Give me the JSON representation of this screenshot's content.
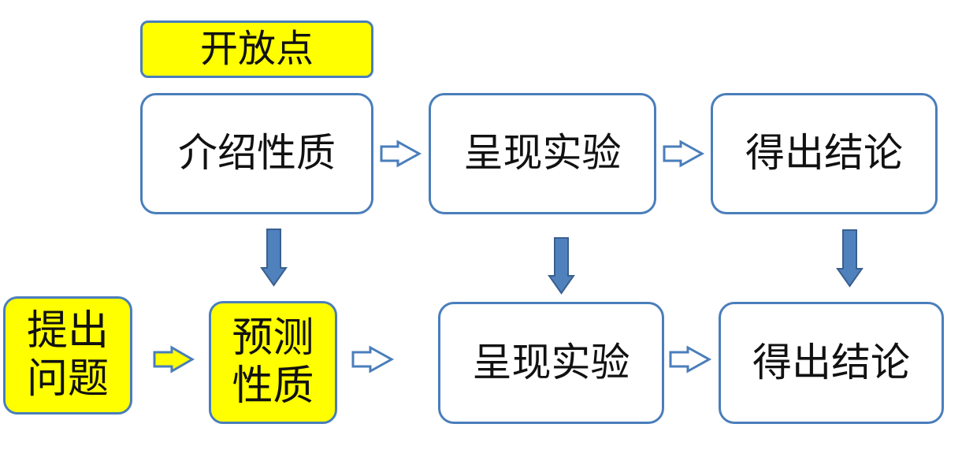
{
  "top_label": "开放点",
  "row1": [
    "介绍性质",
    "呈现实验",
    "得出结论"
  ],
  "row2": {
    "question": "提出\n问题",
    "predict": "预测\n性质",
    "experiment": "呈现实验",
    "conclusion": "得出结论"
  },
  "colors": {
    "border": "#4a7ebb",
    "highlight_fill": "#ffff00",
    "down_arrow_fill": "#4f81bd",
    "down_arrow_stroke": "#3a5f8f"
  }
}
